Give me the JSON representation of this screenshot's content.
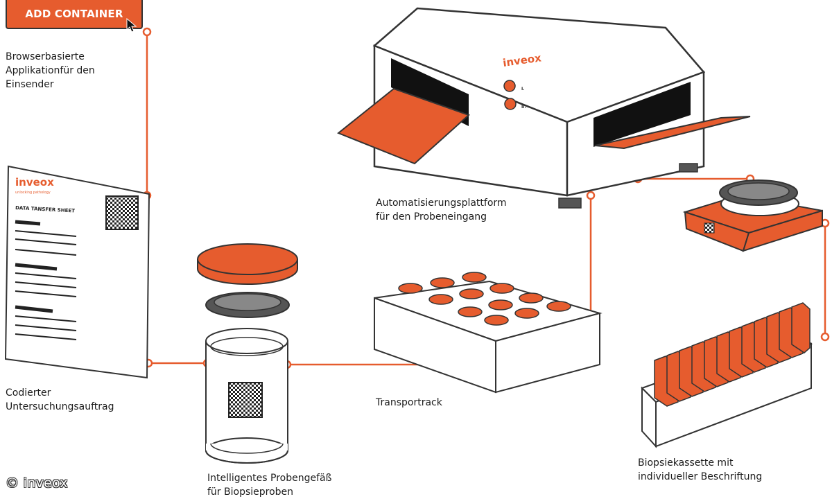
{
  "button": {
    "label": "ADD CONTAINER"
  },
  "labels": {
    "browser_app": "Browserbasierte\nApplikationfür den\nEinsender",
    "coded_order": "Codierter\nUntersuchungsauftrag",
    "automation": "Automatisierungsplattform\nfür den Probeneingang",
    "transport": "Transportrack",
    "smart_vessel": "Intelligentes Probengefäß\nfür Biopsieproben",
    "cassette": "Biopsiekassette mit\nindividueller Beschriftung"
  },
  "sheet": {
    "brand": "inveox",
    "tagline": "unlocking pathology",
    "title": "DATA TANSFER SHEET"
  },
  "machine": {
    "brand": "inveox",
    "button_1": "I.",
    "button_2": "II."
  },
  "copyright": "© inveox",
  "colors": {
    "accent": "#e65c2e",
    "outline": "#333333",
    "lid_dark": "#555555"
  }
}
